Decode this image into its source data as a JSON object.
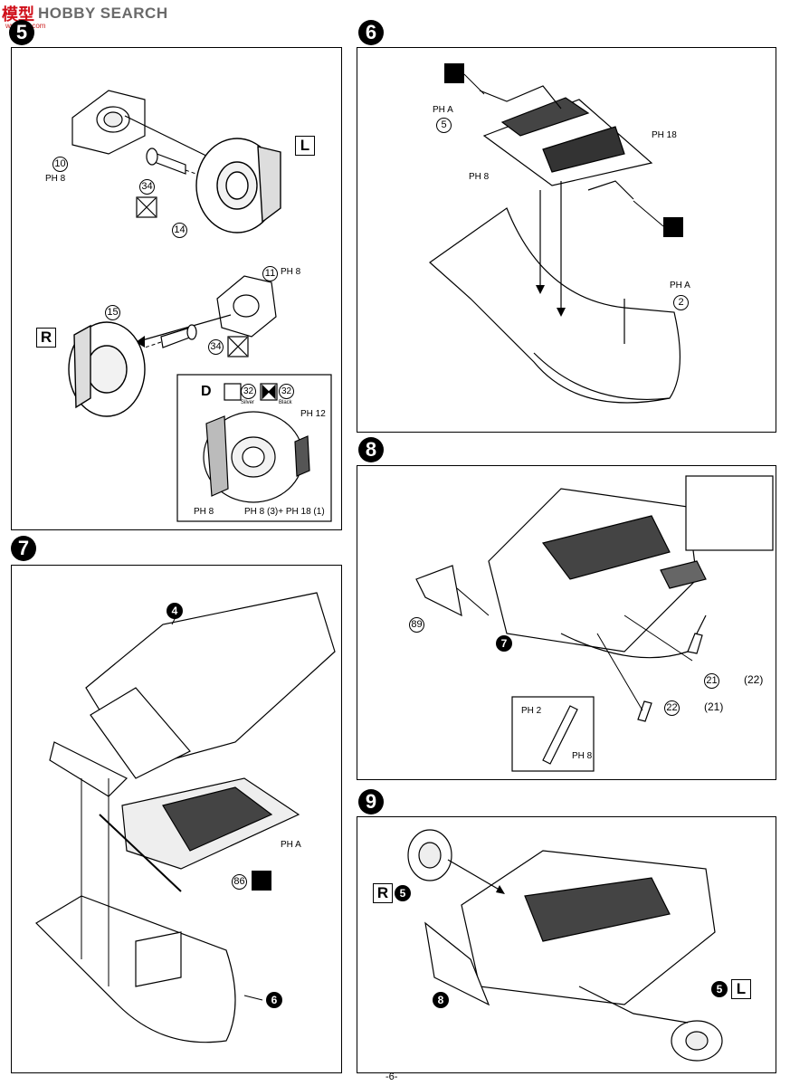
{
  "watermark": {
    "logo": "模型",
    "text": "HOBBY SEARCH",
    "url": "www.hlj.com"
  },
  "page_number": "-6-",
  "steps": {
    "s5": {
      "number": "5",
      "side_left": "L",
      "side_right": "R",
      "parts": {
        "p10": "10",
        "p34a": "34",
        "p14": "14",
        "p11": "11",
        "p34b": "34",
        "p15": "15"
      },
      "paint": {
        "ph8a": "PH 8",
        "ph8b": "PH 8"
      },
      "detail": {
        "label_d": "D",
        "part_a": "32",
        "caption_a": "Silver",
        "part_b": "32",
        "caption_b": "Black",
        "ph12": "PH 12",
        "ph8": "PH 8",
        "ph_mix": "PH 8 (3)+ PH 18 (1)"
      }
    },
    "s6": {
      "number": "6",
      "parts": {
        "p5": "5",
        "p2": "2"
      },
      "paint": {
        "pha": "PH A",
        "ph8": "PH 8",
        "ph18": "PH 18",
        "pha2": "PH A"
      }
    },
    "s7": {
      "number": "7",
      "refs": {
        "r4": "4",
        "r6": "6"
      },
      "parts": {
        "p86": "86"
      },
      "paint": {
        "pha": "PH A"
      }
    },
    "s8": {
      "number": "8",
      "refs": {
        "r7": "7"
      },
      "parts": {
        "p89": "89",
        "p21": "21",
        "p22a": "(22)",
        "p22": "22",
        "p21b": "(21)"
      },
      "paint": {
        "ph2": "PH 2",
        "ph8": "PH 8"
      }
    },
    "s9": {
      "number": "9",
      "side_right": "R",
      "side_left": "L",
      "refs": {
        "r5a": "5",
        "r8": "8",
        "r5b": "5"
      }
    }
  }
}
